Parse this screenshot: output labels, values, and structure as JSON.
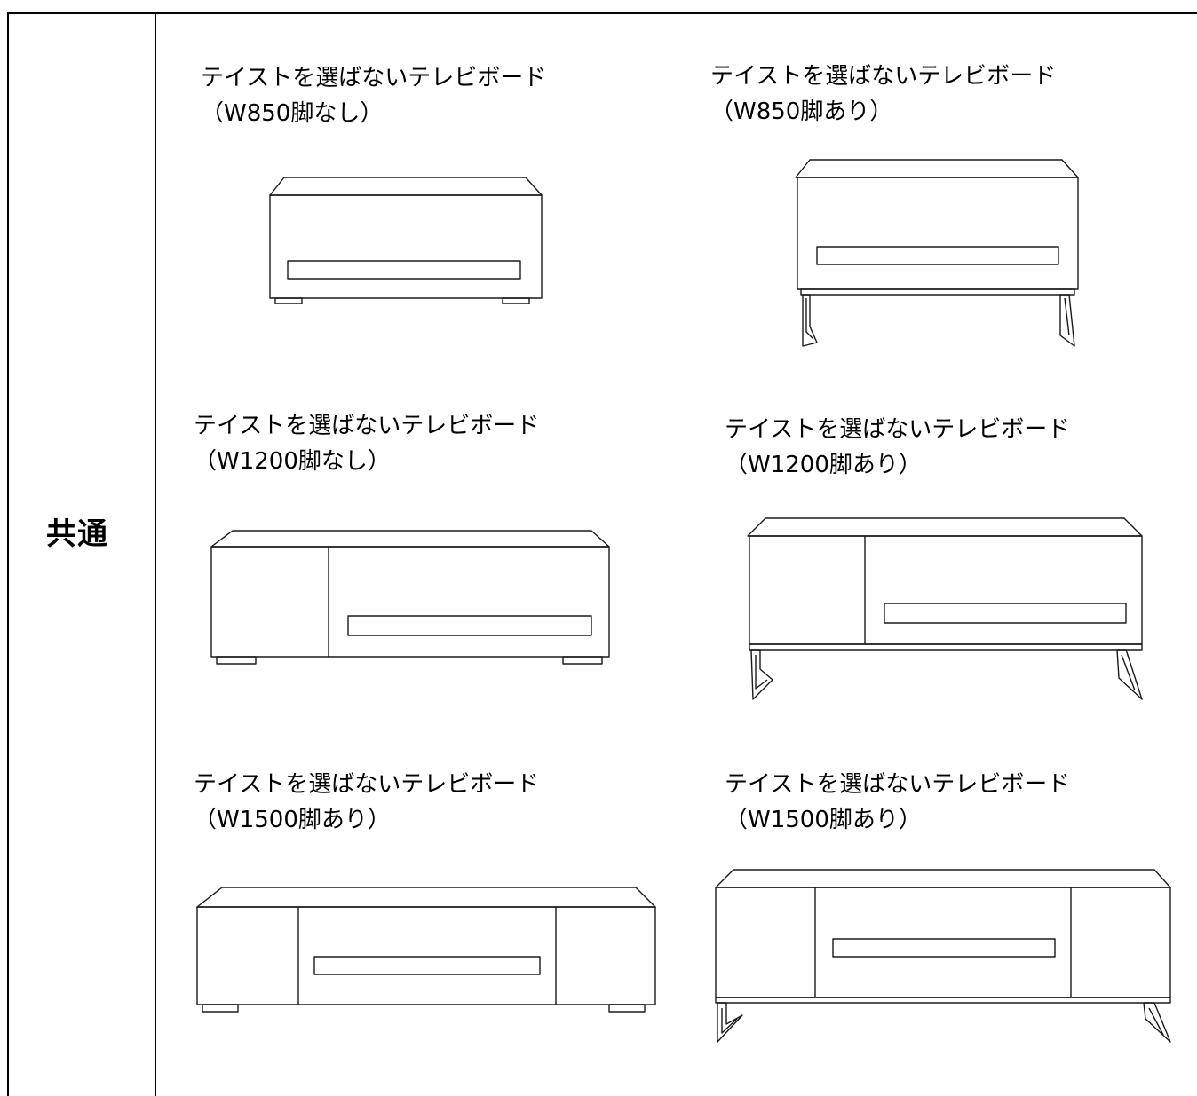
{
  "category": "共通",
  "items": [
    {
      "title": "テイストを選ばないテレビボード",
      "spec": "（W850脚なし）",
      "icon": "tv-board-w850-no-legs-illustration"
    },
    {
      "title": "テイストを選ばないテレビボード",
      "spec": "（W850脚あり）",
      "icon": "tv-board-w850-legs-illustration"
    },
    {
      "title": "テイストを選ばないテレビボード",
      "spec": "（W1200脚なし）",
      "icon": "tv-board-w1200-no-legs-illustration"
    },
    {
      "title": "テイストを選ばないテレビボード",
      "spec": "（W1200脚あり）",
      "icon": "tv-board-w1200-legs-illustration"
    },
    {
      "title": "テイストを選ばないテレビボード",
      "spec": "（W1500脚あり）",
      "icon": "tv-board-w1500-illustration"
    },
    {
      "title": "テイストを選ばないテレビボード",
      "spec": "（W1500脚あり）",
      "icon": "tv-board-w1500-legs-illustration"
    }
  ]
}
